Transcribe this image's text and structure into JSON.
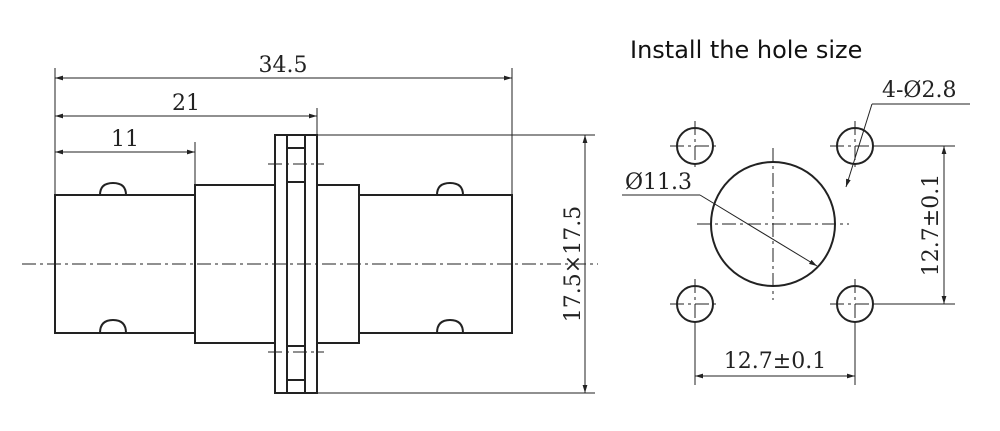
{
  "title": "Install the hole size",
  "dimensions": {
    "total_length": "34.5",
    "mid_length": "21",
    "short_length": "11",
    "flange_size": "17.5×17.5",
    "center_hole": "Ø11.3",
    "mount_holes": "4-Ø2.8",
    "vertical_spacing": "12.7±0.1",
    "horizontal_spacing": "12.7±0.1"
  }
}
